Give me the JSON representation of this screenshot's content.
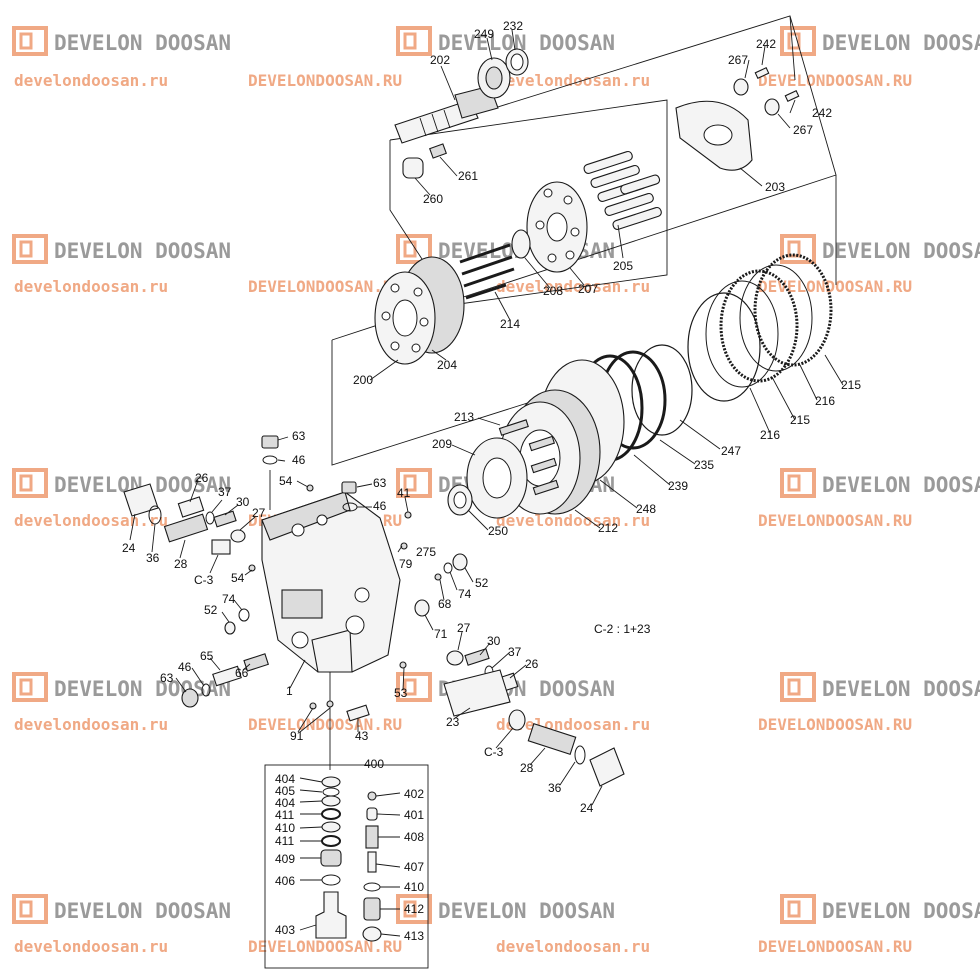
{
  "watermark": {
    "logo_text": "DEVELON DOOSAN",
    "site_lower": "develondoosan.ru",
    "site_upper": "DEVELONDOOSAN.RU"
  },
  "note": "C-2 : 1+23",
  "labels": {
    "l232": "232",
    "l249": "249",
    "l202": "202",
    "l242a": "242",
    "l267a": "267",
    "l242b": "242",
    "l267b": "267",
    "l261": "261",
    "l260": "260",
    "l203": "203",
    "l205": "205",
    "l207": "207",
    "l208": "208",
    "l214": "214",
    "l200": "200",
    "l204": "204",
    "l215a": "215",
    "l216a": "216",
    "l215b": "215",
    "l216b": "216",
    "l247": "247",
    "l235": "235",
    "l239": "239",
    "l248": "248",
    "l213": "213",
    "l209": "209",
    "l212": "212",
    "l250": "250",
    "l63a": "63",
    "l46a": "46",
    "l54a": "54",
    "l63b": "63",
    "l46b": "46",
    "l41": "41",
    "l26a": "26",
    "l37a": "37",
    "l30a": "30",
    "l27a": "27",
    "l24a": "24",
    "l36a": "36",
    "l28a": "28",
    "lC3a": "C-3",
    "l54b": "54",
    "l275": "275",
    "l79": "79",
    "l52a": "52",
    "l74a": "74",
    "l68": "68",
    "l52b": "52",
    "l74b": "74",
    "l66": "66",
    "l71": "71",
    "l46c": "46",
    "l65": "65",
    "l63c": "63",
    "l1": "1",
    "l27b": "27",
    "l30b": "30",
    "l37b": "37",
    "l26b": "26",
    "l53": "53",
    "l23": "23",
    "lC3b": "C-3",
    "l91": "91",
    "l43": "43",
    "l28b": "28",
    "l36b": "36",
    "l24b": "24",
    "l400": "400",
    "l404a": "404",
    "l405": "405",
    "l404b": "404",
    "l411a": "411",
    "l410a": "410",
    "l411b": "411",
    "l409": "409",
    "l406": "406",
    "l403": "403",
    "l402": "402",
    "l401": "401",
    "l408": "408",
    "l407": "407",
    "l410b": "410",
    "l412": "412",
    "l413": "413"
  }
}
